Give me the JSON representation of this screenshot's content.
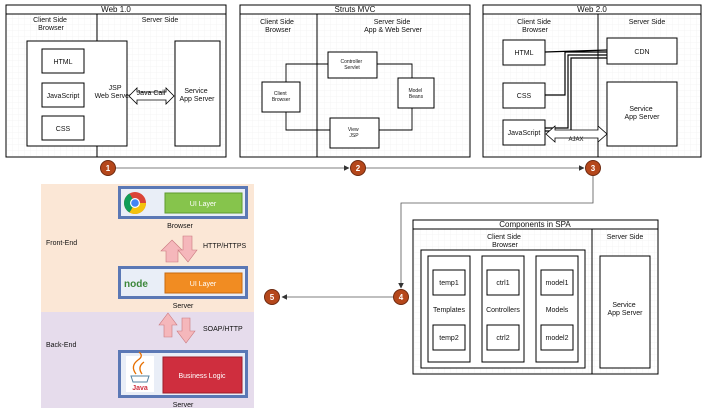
{
  "web1": {
    "title": "Web 1.0",
    "client_header": [
      "Client Side",
      "Browser"
    ],
    "server_header": "Server Side",
    "html": "HTML",
    "javascript": "JavaScript",
    "css": "CSS",
    "jsp_server": [
      "JSP",
      "Web Server"
    ],
    "java_call": "Java Call",
    "service": [
      "Service",
      "App Server"
    ]
  },
  "struts": {
    "title": "Struts MVC",
    "client_header": [
      "Client Side",
      "Browser"
    ],
    "server_header": [
      "Server Side",
      "App & Web Server"
    ],
    "client_browser": [
      "Client",
      "Browser"
    ],
    "controller": [
      "Controller",
      "Servlet"
    ],
    "model": [
      "Model",
      "Beans"
    ],
    "view": [
      "View",
      "JSP"
    ]
  },
  "web2": {
    "title": "Web 2.0",
    "client_header": [
      "Client Side",
      "Browser"
    ],
    "server_header": "Server Side",
    "html": "HTML",
    "css": "CSS",
    "javascript": "JavaScript",
    "cdn": "CDN",
    "ajax": "AJAX",
    "service": [
      "Service",
      "App Server"
    ]
  },
  "steps": [
    "1",
    "2",
    "3",
    "4",
    "5"
  ],
  "stack": {
    "front_end": "Front-End",
    "back_end": "Back-End",
    "ui_layer": "UI Layer",
    "browser_caption": "Browser",
    "http": "HTTP/HTTPS",
    "node_logo": "node",
    "server_ui_layer": "UI Layer",
    "server_caption": "Server",
    "soap": "SOAP/HTTP",
    "java_logo": "Java",
    "business_logic": "Business Logic",
    "server_caption_2": "Server"
  },
  "spa": {
    "title": "Components in SPA",
    "client_header": [
      "Client Side",
      "Browser"
    ],
    "server_header": "Server Side",
    "temp1": "temp1",
    "temp2": "temp2",
    "templates": "Templates",
    "ctrl1": "ctrl1",
    "ctrl2": "ctrl2",
    "controllers": "Controllers",
    "model1": "model1",
    "model2": "model2",
    "models": "Models",
    "service": [
      "Service",
      "App Server"
    ]
  },
  "colors": {
    "step_circle": "#b5471b",
    "front_end_bg": "#fbe7d6",
    "back_end_bg": "#e6dcec",
    "layer_frame": "#5b78b5",
    "ui_green": "#86c44c",
    "ui_orange": "#f18c22",
    "business_red": "#cf2e3e",
    "pink_arrow": "#f5b7bb"
  }
}
